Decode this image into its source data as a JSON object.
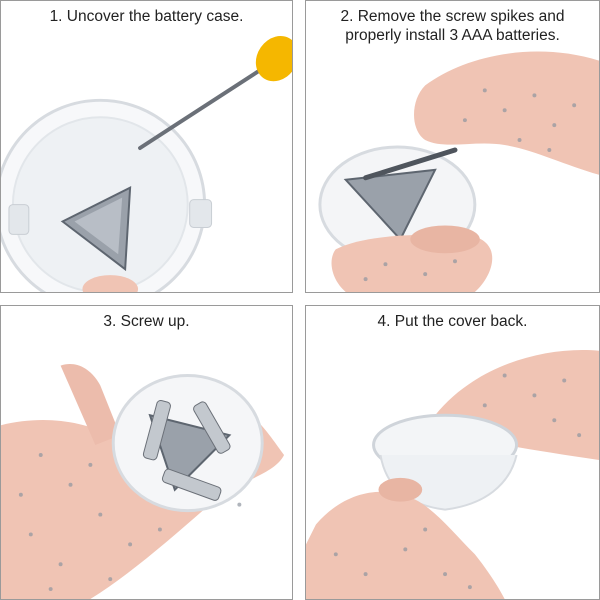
{
  "steps": [
    {
      "number": "1",
      "caption": "1. Uncover the battery case."
    },
    {
      "number": "2",
      "caption": "2. Remove the screw spikes and\nproperly install 3 AAA batteries."
    },
    {
      "number": "3",
      "caption": "3. Screw up."
    },
    {
      "number": "4",
      "caption": "4. Put the cover back."
    }
  ],
  "colors": {
    "skin": "#f0c4b4",
    "skin_shadow": "#d99c8a",
    "speckle": "#8f96a0",
    "case_edge": "#d7dbe0",
    "tool_handle": "#f5b700",
    "border": "#9a9a9a"
  }
}
